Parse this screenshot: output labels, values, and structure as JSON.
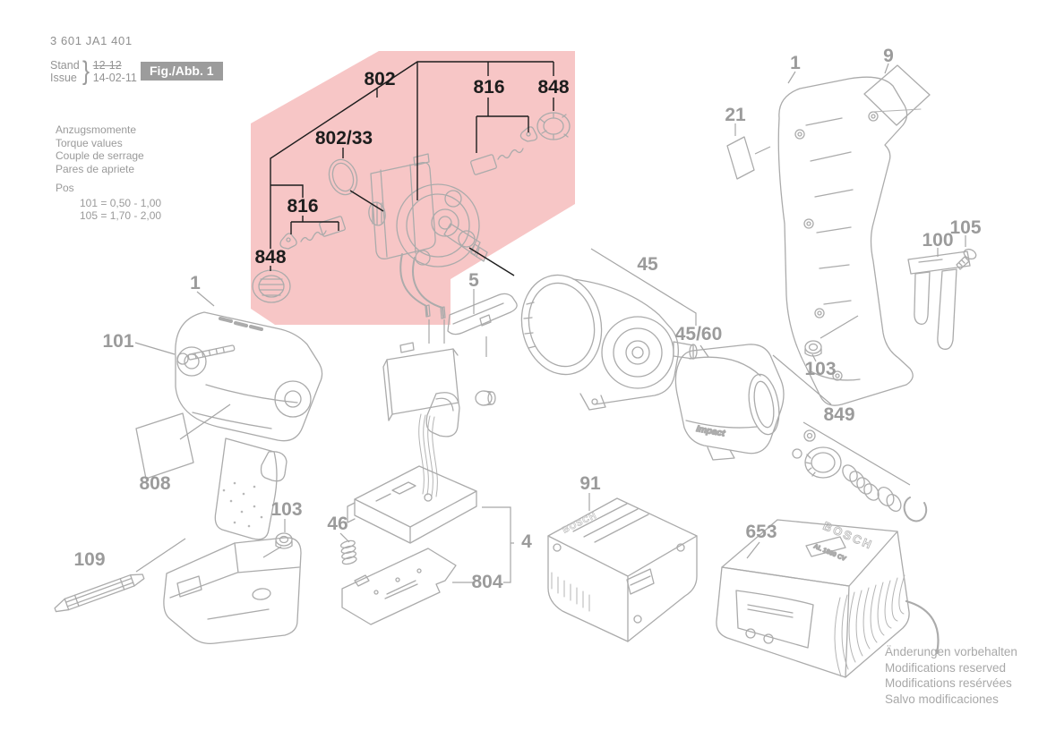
{
  "header": {
    "part_number": "3 601 JA1 401",
    "stand_label": "Stand",
    "issue_label": "Issue",
    "brace": "}",
    "stand_value": "12-12",
    "issue_value": "14-02-11",
    "figure_badge": "Fig./Abb. 1"
  },
  "torque_info": {
    "title_lines": [
      "Anzugsmomente",
      "Torque values",
      "Couple de serrage",
      "Pares de apriete"
    ],
    "pos_label": "Pos",
    "pos_entries": [
      "101 =  0,50 - 1,00",
      "105 =  1,70 - 2,00"
    ]
  },
  "callouts": {
    "highlighted": {
      "c802": "802",
      "c802_33": "802/33",
      "c816_right": "816",
      "c848_right": "848",
      "c816_left": "816",
      "c848_left": "848"
    },
    "standard": {
      "c1_right": "1",
      "c9": "9",
      "c21": "21",
      "c100": "100",
      "c105": "105",
      "c103_right": "103",
      "c849": "849",
      "c45": "45",
      "c45_60": "45/60",
      "c5": "5",
      "c1_left": "1",
      "c101": "101",
      "c808": "808",
      "c103_left": "103",
      "c109": "109",
      "c46": "46",
      "c4": "4",
      "c804": "804",
      "c91": "91",
      "c653": "653"
    }
  },
  "branding": {
    "charger_logo": "BOSCH",
    "charger_model": "AL 1860 CV",
    "battery_logo": "BOSCH",
    "cover_badge": "Impact"
  },
  "footer": {
    "lines": [
      "Änderungen vorbehalten",
      "Modifications reserved",
      "Modifications resérvées",
      "Salvo modificaciones"
    ]
  },
  "colors": {
    "highlight": "#f7c6c6",
    "line_art": "#ababab",
    "label_gray": "#9b9b9b",
    "label_black": "#1d1d1d",
    "badge_bg": "#9c9c9c"
  }
}
